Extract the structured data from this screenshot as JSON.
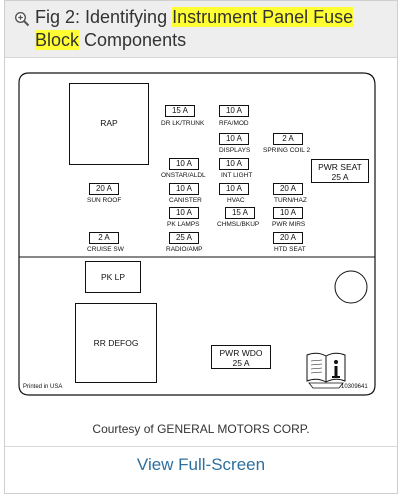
{
  "header": {
    "title_prefix": "Fig 2: Identifying ",
    "title_highlight_1": "Instrument Panel Fuse",
    "title_highlight_2": "Block",
    "title_suffix": " Components",
    "highlight_color": "#ffff33"
  },
  "diagram": {
    "rap": "RAP",
    "pk_lp": "PK LP",
    "rr_defog": "RR DEFOG",
    "pwr_seat_1": "PWR SEAT",
    "pwr_seat_2": "25 A",
    "pwr_wdo_1": "PWR WDO",
    "pwr_wdo_2": "25 A",
    "printed_in_usa": "Printed in USA",
    "part_number": "10309641",
    "fuses": [
      {
        "value": "15 A",
        "label": "DR LK/TRUNK"
      },
      {
        "value": "10 A",
        "label": "RFA/MOD"
      },
      {
        "value": "10 A",
        "label": "DISPLAYS"
      },
      {
        "value": "2 A",
        "label": "SPRING COIL 2"
      },
      {
        "value": "10 A",
        "label": "ONSTAR/ALDL"
      },
      {
        "value": "10 A",
        "label": "INT LIGHT"
      },
      {
        "value": "20 A",
        "label": "SUN ROOF"
      },
      {
        "value": "10 A",
        "label": "CANISTER"
      },
      {
        "value": "10 A",
        "label": "HVAC"
      },
      {
        "value": "20 A",
        "label": "TURN/HAZ"
      },
      {
        "value": "10 A",
        "label": "PK LAMPS"
      },
      {
        "value": "15 A",
        "label": "CHMSL/BKUP"
      },
      {
        "value": "10 A",
        "label": "PWR MIRS"
      },
      {
        "value": "2 A",
        "label": "CRUISE SW"
      },
      {
        "value": "25 A",
        "label": "RADIO/AMP"
      },
      {
        "value": "20 A",
        "label": "HTD SEAT"
      }
    ]
  },
  "footer": {
    "courtesy": "Courtesy of GENERAL MOTORS CORP.",
    "view_link": "View Full-Screen"
  }
}
